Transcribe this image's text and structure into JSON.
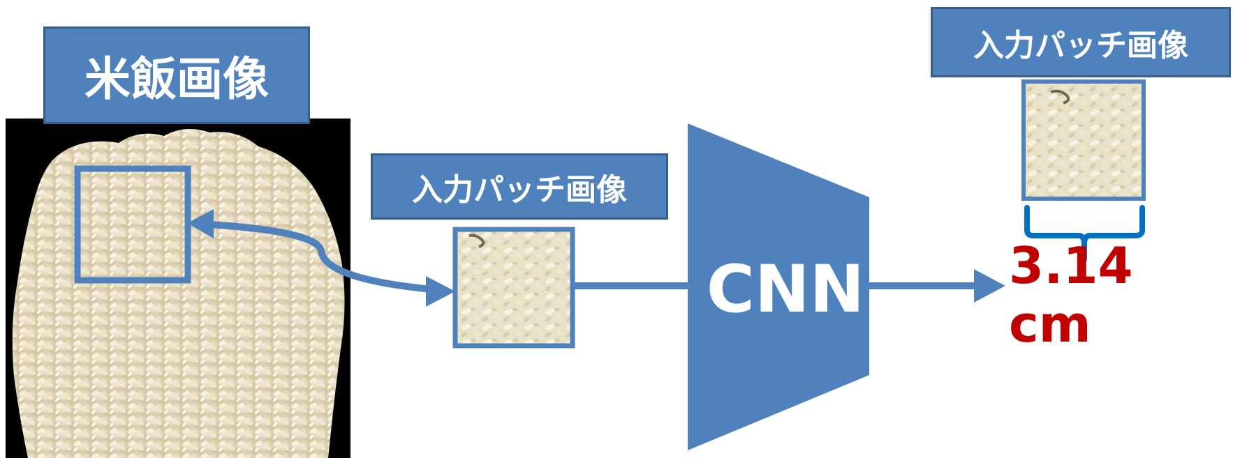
{
  "rice_image": {
    "label": "米飯画像"
  },
  "patch_middle": {
    "label": "入力パッチ画像"
  },
  "cnn": {
    "label": "CNN"
  },
  "patch_right": {
    "label": "入力パッチ画像"
  },
  "output": {
    "value": "3.14 cm"
  },
  "colors": {
    "box_fill": "#4f81bd",
    "box_border": "#385d8a",
    "arrow": "#4f81bd",
    "brace": "#0070c0",
    "result": "#c00000",
    "photo_background": "#000000"
  }
}
